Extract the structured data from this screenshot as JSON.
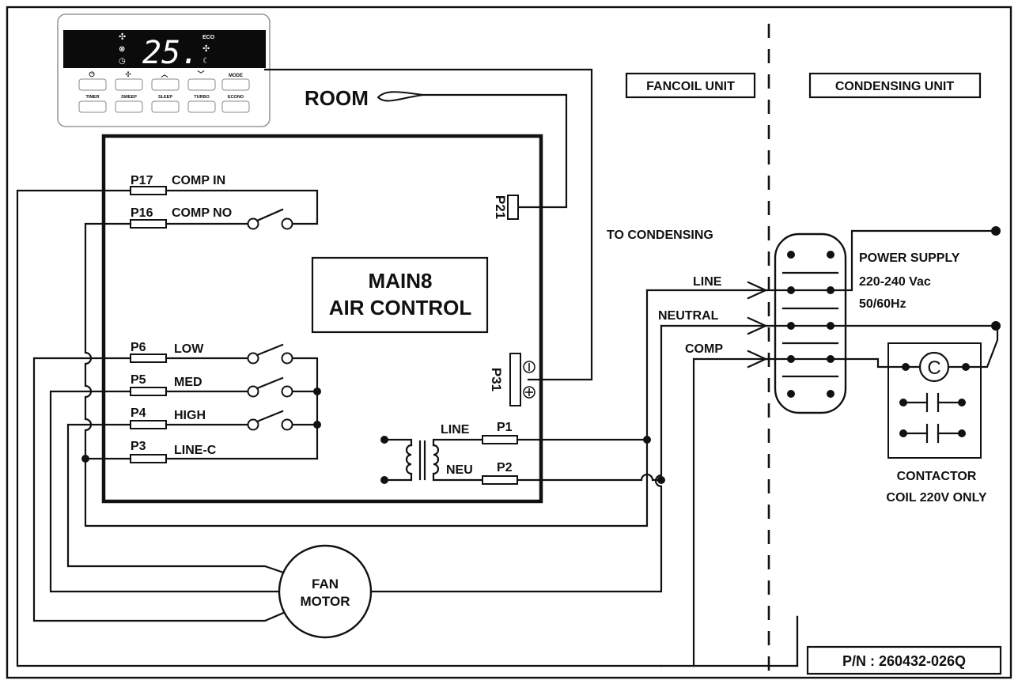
{
  "remote": {
    "display_value": "25.",
    "eco_label": "ECO",
    "buttons_top": [
      "⏻",
      "✣",
      "︿",
      "﹀",
      "MODE"
    ],
    "buttons_bottom": [
      "TIMER",
      "SWEEP",
      "SLEEP",
      "TURBO",
      "ECONO"
    ]
  },
  "sensor": {
    "room_label": "ROOM"
  },
  "board": {
    "title_line1": "MAIN8",
    "title_line2": "AIR CONTROL",
    "p21": "P21",
    "p31": "P31",
    "pins": [
      {
        "id": "P17",
        "label": "COMP IN"
      },
      {
        "id": "P16",
        "label": "COMP NO"
      },
      {
        "id": "P6",
        "label": "LOW"
      },
      {
        "id": "P5",
        "label": "MED"
      },
      {
        "id": "P4",
        "label": "HIGH"
      },
      {
        "id": "P3",
        "label": "LINE-C"
      }
    ],
    "p1": "P1",
    "p2": "P2",
    "line_label": "LINE",
    "neu_label": "NEU"
  },
  "sections": {
    "fancoil": "FANCOIL UNIT",
    "condensing": "CONDENSING UNIT"
  },
  "to_condensing": "TO CONDENSING",
  "terminal_labels": [
    "LINE",
    "NEUTRAL",
    "COMP"
  ],
  "power_supply": [
    "POWER SUPPLY",
    "220-240 Vac",
    "50/60Hz"
  ],
  "contactor": {
    "coil_symbol": "C",
    "label_line1": "CONTACTOR",
    "label_line2": "COIL 220V ONLY"
  },
  "fan_motor": {
    "line1": "FAN",
    "line2": "MOTOR"
  },
  "part_number": "P/N : 260432-026Q"
}
